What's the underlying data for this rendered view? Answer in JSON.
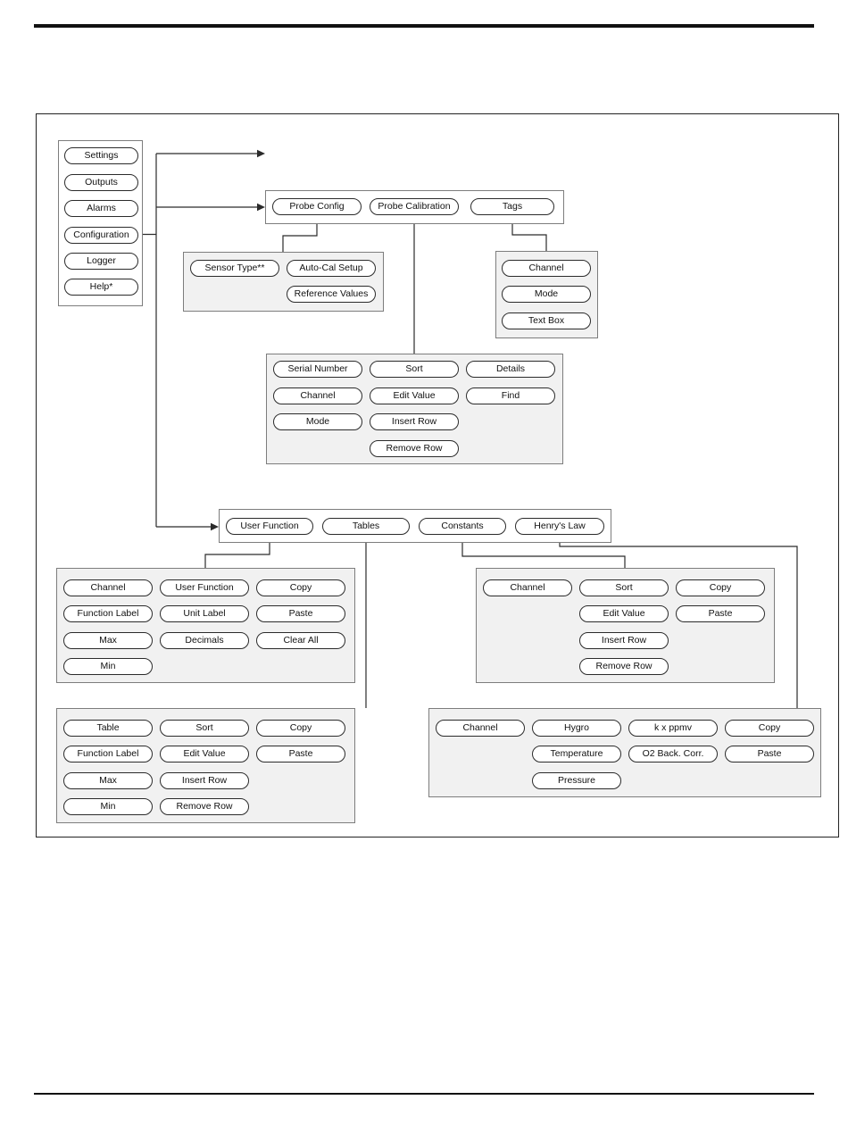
{
  "main_menu": [
    "Settings",
    "Outputs",
    "Alarms",
    "Configuration",
    "Logger",
    "Help*"
  ],
  "probe_tabs": [
    "Probe Config",
    "Probe Calibration",
    "Tags"
  ],
  "probe_config_menu": [
    "Sensor Type**",
    "Auto-Cal Setup",
    "Reference Values"
  ],
  "tags_menu": [
    "Channel",
    "Mode",
    "Text Box"
  ],
  "probe_calibration_menu": {
    "col1": [
      "Serial Number",
      "Channel",
      "Mode"
    ],
    "col2": [
      "Sort",
      "Edit Value",
      "Insert Row",
      "Remove Row"
    ],
    "col3": [
      "Details",
      "Find"
    ]
  },
  "configuration_tabs": [
    "User Function",
    "Tables",
    "Constants",
    "Henry's Law"
  ],
  "user_function_menu": {
    "col1": [
      "Channel",
      "Function Label",
      "Max",
      "Min"
    ],
    "col2": [
      "User Function",
      "Unit Label",
      "Decimals"
    ],
    "col3": [
      "Copy",
      "Paste",
      "Clear All"
    ]
  },
  "constants_menu": {
    "col1": [
      "Channel"
    ],
    "col2": [
      "Sort",
      "Edit Value",
      "Insert Row",
      "Remove Row"
    ],
    "col3": [
      "Copy",
      "Paste"
    ]
  },
  "tables_menu": {
    "col1": [
      "Table",
      "Function Label",
      "Max",
      "Min"
    ],
    "col2": [
      "Sort",
      "Edit Value",
      "Insert Row",
      "Remove Row"
    ],
    "col3": [
      "Copy",
      "Paste"
    ]
  },
  "henrys_law_menu": {
    "col1": [
      "Channel"
    ],
    "col2": [
      "Hygro",
      "Temperature",
      "Pressure"
    ],
    "col3": [
      "k x ppmv",
      "O2 Back. Corr."
    ],
    "col4": [
      "Copy",
      "Paste"
    ]
  }
}
